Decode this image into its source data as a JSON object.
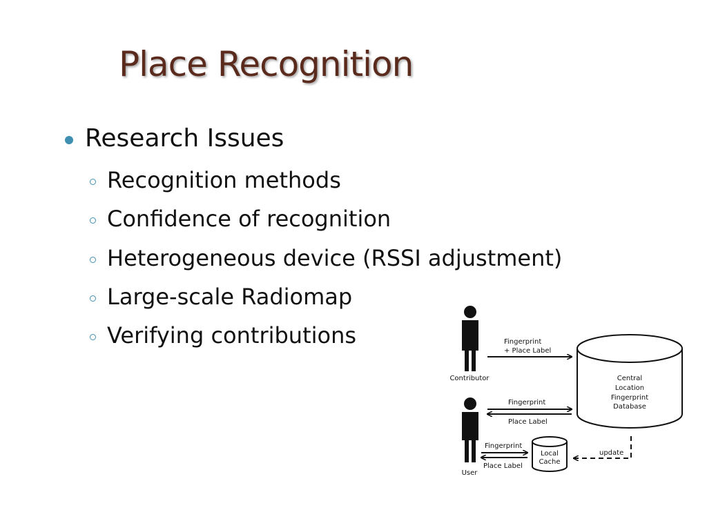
{
  "slide": {
    "title": "Place Recognition",
    "bullets": {
      "main": "Research Issues",
      "sub": [
        "Recognition methods",
        "Confidence of recognition",
        "Heterogeneous device (RSSI adjustment)",
        "Large-scale Radiomap",
        "Verifying contributions"
      ]
    }
  },
  "diagram": {
    "contributor_label": "Contributor",
    "user_label": "User",
    "contrib_arrow_line1": "Fingerprint",
    "contrib_arrow_line2": "+ Place Label",
    "db_line1": "Central",
    "db_line2": "Location",
    "db_line3": "Fingerprint",
    "db_line4": "Database",
    "user_fp": "Fingerprint",
    "user_pl": "Place Label",
    "cache_fp": "Fingerprint",
    "cache_pl": "Place Label",
    "cache_line1": "Local",
    "cache_line2": "Cache",
    "update": "update"
  },
  "colors": {
    "title": "#5a2a1c",
    "bullet": "#3f8fb2",
    "text": "#111111"
  }
}
